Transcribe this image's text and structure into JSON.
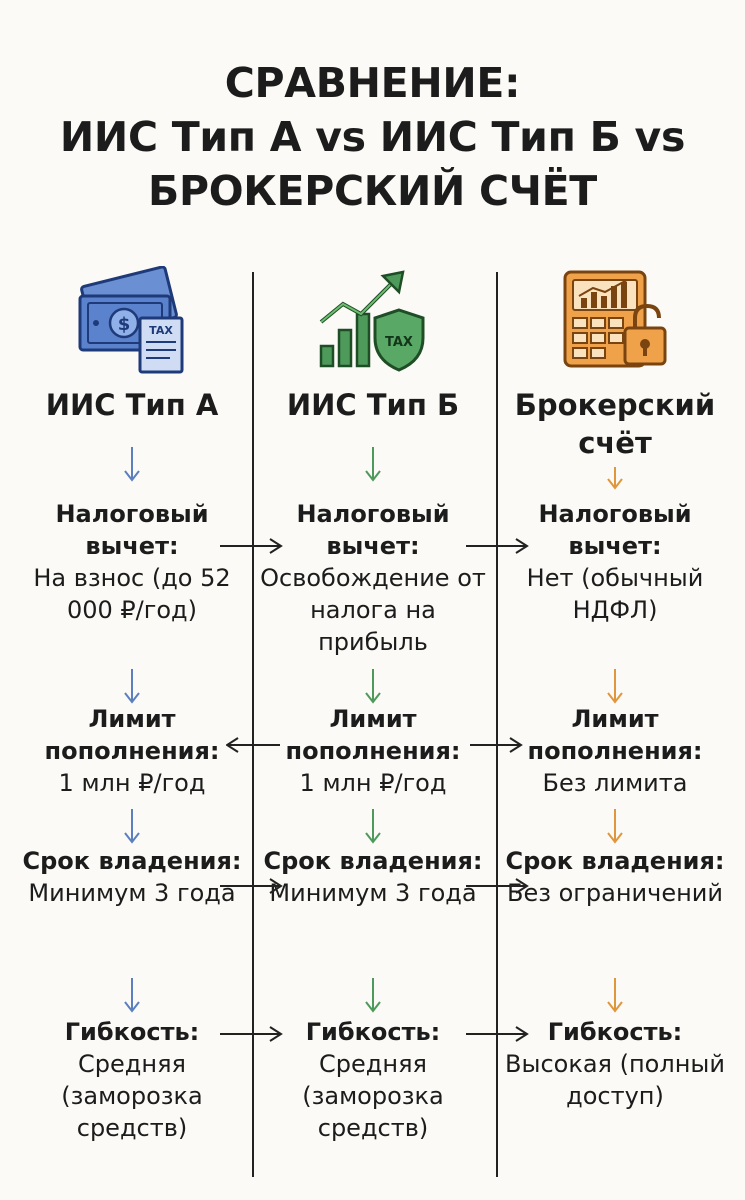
{
  "title": {
    "line1": "СРАВНЕНИЕ:",
    "line2": "ИИС Тип А vs ИИС Тип Б vs",
    "line3": "БРОКЕРСКИЙ СЧЁТ"
  },
  "columns": [
    {
      "name": "ИИС Тип А",
      "icon": "money-tax-icon",
      "color": "#5b7fbf",
      "rows": [
        {
          "label": "Налоговый вычет:",
          "value": "На взнос (до 52 000 ₽/год)"
        },
        {
          "label": "Лимит пополнения:",
          "value": "1 млн ₽/год"
        },
        {
          "label": "Срок владения:",
          "value": "Минимум 3 года"
        },
        {
          "label": "Гибкость:",
          "value": "Средняя (заморозка средств)"
        }
      ]
    },
    {
      "name": "ИИС Тип Б",
      "icon": "growth-shield-tax-icon",
      "color": "#4e9a5a",
      "rows": [
        {
          "label": "Налоговый вычет:",
          "value": "Освобождение от налога на прибыль"
        },
        {
          "label": "Лимит пополнения:",
          "value": "1 млн ₽/год"
        },
        {
          "label": "Срок владения:",
          "value": "Минимум 3 года"
        },
        {
          "label": "Гибкость:",
          "value": "Средняя (заморозка средств)"
        }
      ]
    },
    {
      "name": "Брокерский счёт",
      "icon": "calculator-chart-lock-icon",
      "color": "#e0963c",
      "rows": [
        {
          "label": "Налоговый вычет:",
          "value": "Нет (обычный НДФЛ)"
        },
        {
          "label": "Лимит пополнения:",
          "value": "Без лимита"
        },
        {
          "label": "Срок владения:",
          "value": "Без ограничений"
        },
        {
          "label": "Гибкость:",
          "value": "Высокая (полный доступ)"
        }
      ]
    }
  ]
}
